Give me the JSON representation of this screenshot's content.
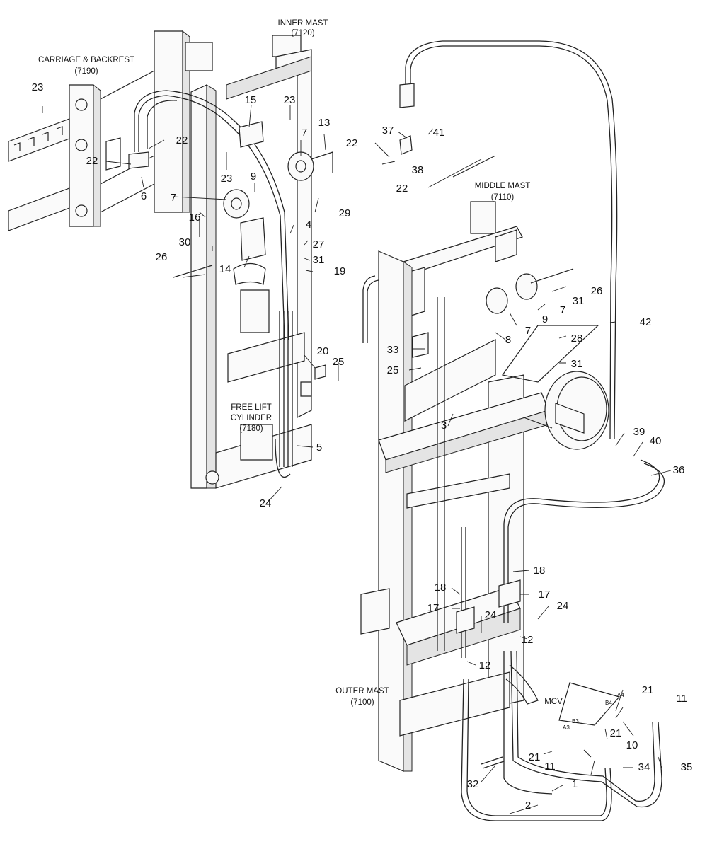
{
  "sections": {
    "inner_mast": [
      "INNER MAST",
      "(7120)"
    ],
    "carriage": [
      "CARRIAGE & BACKREST",
      "(7190)"
    ],
    "middle_mast": [
      "MIDDLE MAST",
      "(7110)"
    ],
    "free_lift": [
      "FREE LIFT",
      "CYLINDER",
      "(7180)"
    ],
    "outer_mast": [
      "OUTER MAST",
      "(7100)"
    ],
    "mcv": "MCV"
  },
  "ports": [
    "A4",
    "B4",
    "B3",
    "A3"
  ],
  "callouts": [
    "23",
    "22",
    "22",
    "6",
    "15",
    "23",
    "23",
    "7",
    "13",
    "9",
    "7",
    "16",
    "29",
    "4",
    "30",
    "27",
    "26",
    "14",
    "31",
    "19",
    "20",
    "25",
    "5",
    "24",
    "41",
    "37",
    "22",
    "38",
    "22",
    "26",
    "31",
    "7",
    "9",
    "7",
    "8",
    "33",
    "25",
    "28",
    "31",
    "42",
    "3",
    "39",
    "40",
    "36",
    "18",
    "17",
    "18",
    "17",
    "24",
    "24",
    "12",
    "12",
    "21",
    "11",
    "21",
    "10",
    "21",
    "11",
    "34",
    "35",
    "32",
    "1",
    "2"
  ]
}
